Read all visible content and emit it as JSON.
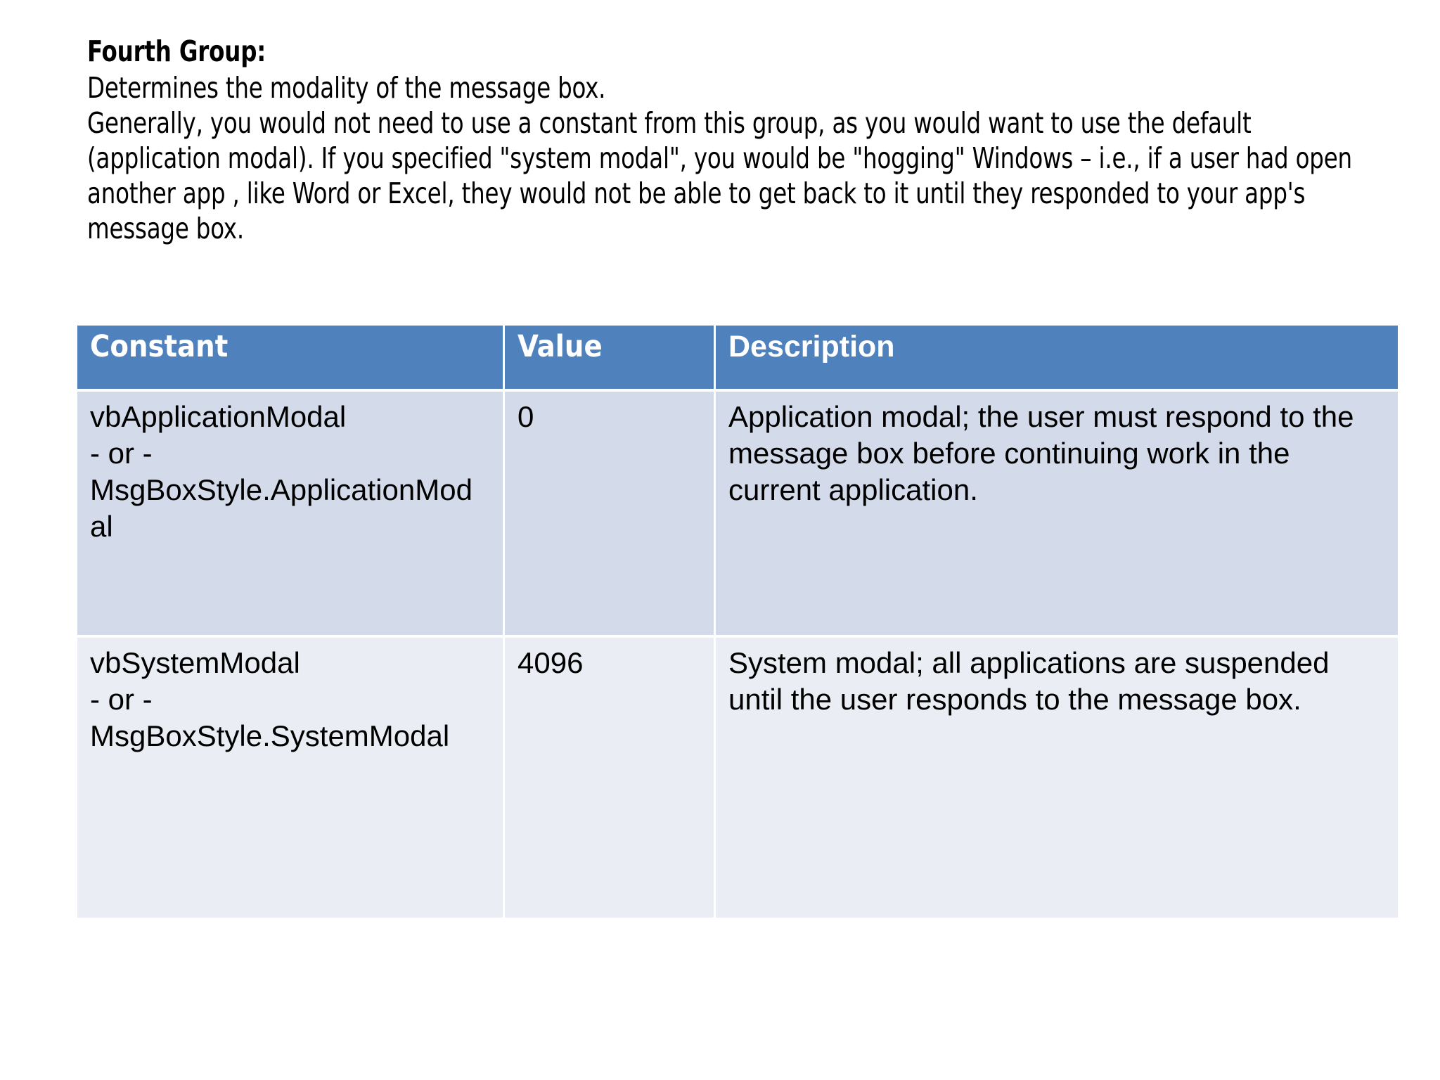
{
  "slide": {
    "heading": "Fourth Group:",
    "subheading": "Determines the modality of the message box.",
    "paragraph": "Generally, you would not need to use a constant from this group, as you would want to use the default (application modal). If you specified \"system modal\", you would be \"hogging\" Windows – i.e., if a user had open another app , like Word or Excel, they would not be able to get back to it until they responded to your app's message box."
  },
  "table": {
    "headers": {
      "constant": "Constant",
      "value": "Value",
      "description": "Description"
    },
    "rows": [
      {
        "constant_line1": "vbApplicationModal",
        "constant_line2": "- or -",
        "constant_line3": "MsgBoxStyle.ApplicationModal",
        "value": "0",
        "description": "Application modal; the user must respond to the message box before continuing work in the current application."
      },
      {
        "constant_line1": "vbSystemModal",
        "constant_line2": "- or -",
        "constant_line3": "MsgBoxStyle.SystemModal",
        "value": "4096",
        "description": "System modal; all applications are suspended until the user responds to the message box."
      }
    ]
  },
  "colors": {
    "header_blue": "#4f81bd",
    "row_a_bg": "#d3daea",
    "row_b_bg": "#eaedf3",
    "text": "#000000",
    "header_text": "#ffffff",
    "page_bg": "#ffffff"
  }
}
